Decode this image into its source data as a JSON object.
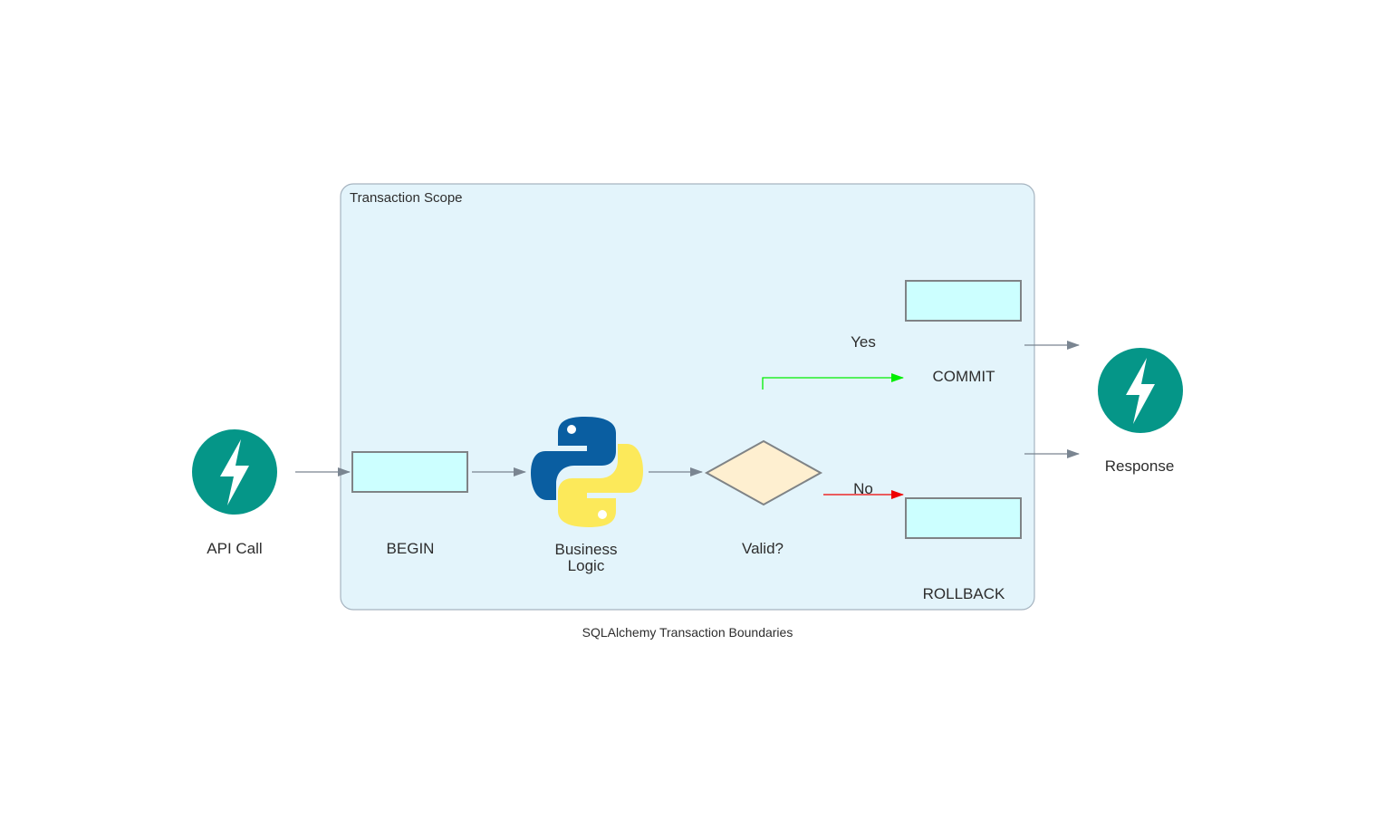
{
  "diagram": {
    "caption": "SQLAlchemy Transaction Boundaries",
    "cluster": {
      "label": "Transaction Scope"
    },
    "nodes": {
      "api_call": {
        "label": "API Call",
        "icon": "fastapi-icon"
      },
      "begin": {
        "label": "BEGIN"
      },
      "business_logic": {
        "label_line1": "Business",
        "label_line2": "Logic",
        "icon": "python-icon"
      },
      "valid": {
        "label": "Valid?"
      },
      "commit": {
        "label": "COMMIT"
      },
      "rollback": {
        "label": "ROLLBACK"
      },
      "response": {
        "label": "Response",
        "icon": "fastapi-icon"
      }
    },
    "edges": {
      "yes_label": "Yes",
      "no_label": "No"
    }
  },
  "colors": {
    "fastapi": "#059688",
    "cluster_fill": "#e3f4fb",
    "cluster_stroke": "#a6b4c0",
    "box_fill": "#ccffff",
    "box_stroke": "#7f8386",
    "diamond_fill": "#feefd0",
    "edge": "#7a8591",
    "edge_yes": "#00ee00",
    "edge_no": "#ee0000",
    "python_blue": "#0a5ea1",
    "python_yellow": "#fce95a"
  }
}
